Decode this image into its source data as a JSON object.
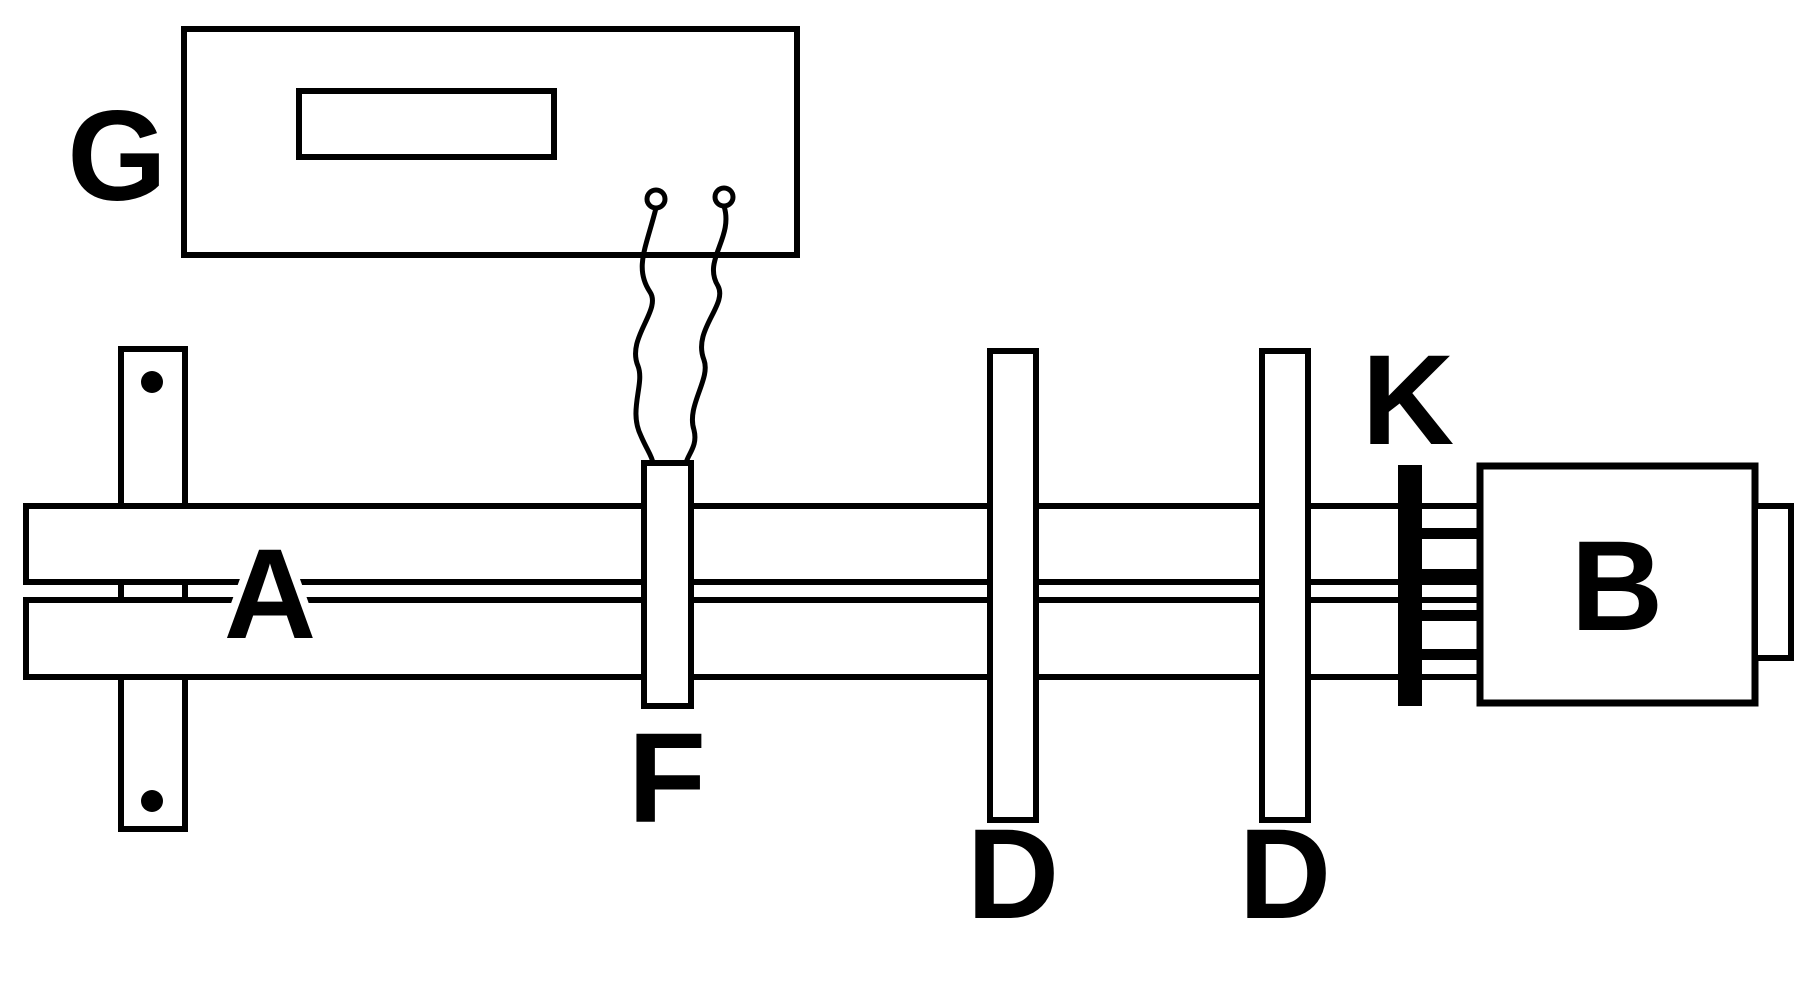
{
  "diagram": {
    "labels": {
      "G": "G",
      "A": "A",
      "F": "F",
      "D1": "D",
      "D2": "D",
      "K": "K",
      "B": "B"
    },
    "colors": {
      "line": "#000000",
      "background": "#ffffff"
    }
  }
}
